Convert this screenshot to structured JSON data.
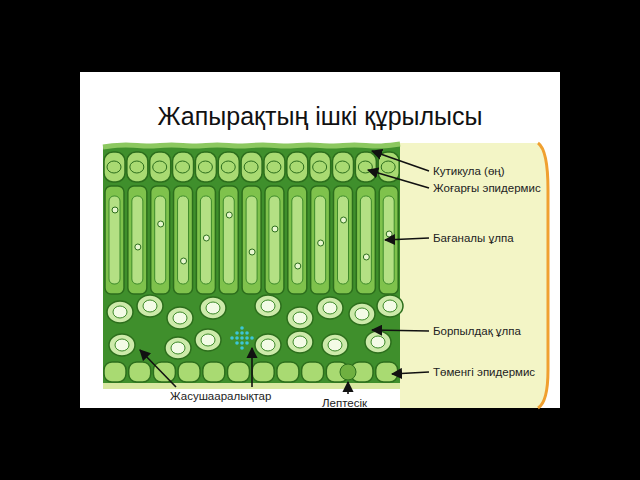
{
  "diagram": {
    "title": "Жапырақтың ішкі құрылысы",
    "labels": [
      "Кутикула (өң)",
      "Жоғарғы эпидермис",
      "Бағаналы ұлпа",
      "Борпылдақ ұлпа",
      "Төменгі эпидермис",
      "Жасушааралықтар",
      "Лептесік"
    ]
  }
}
